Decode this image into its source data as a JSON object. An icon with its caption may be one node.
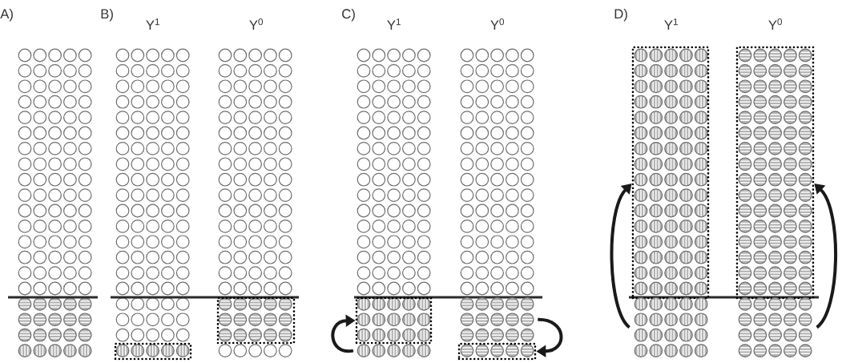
{
  "diagram": {
    "nodes": [
      {
        "text": [],
        "shape": "box"
      },
      {
        "text": [],
        "shape": "box"
      },
      {
        "text": [],
        "shape": "box"
      },
      {
        "text": [],
        "shape": "picture"
      },
      {
        "text": [],
        "shape": "picture"
      },
      {
        "text": [],
        "shape": "box"
      },
      {
        "text": [],
        "shape": "box"
      },
      {
        "text": [],
        "shape": "box"
      },
      {
        "text": [],
        "shape": "picture"
      },
      {
        "text": [],
        "shape": "picture"
      }
    ],
    "edges": [
      {
        "from": 4,
        "to": 2,
        "arrow": "to"
      },
      {
        "from": 3,
        "to": 5,
        "arrow": "to"
      },
      {
        "from": 8,
        "to": 6,
        "arrow": "to"
      },
      {
        "from": 9,
        "to": 7,
        "arrow": "to"
      }
    ],
    "labels": [
      "A)",
      "B)",
      "Y$^{1}$",
      "Y$^{0}$",
      "C)",
      "Y$^{1}$",
      "Y$^{0}$",
      "D)",
      "Y$^{1}$",
      "Y$^{0}$"
    ]
  }
}
